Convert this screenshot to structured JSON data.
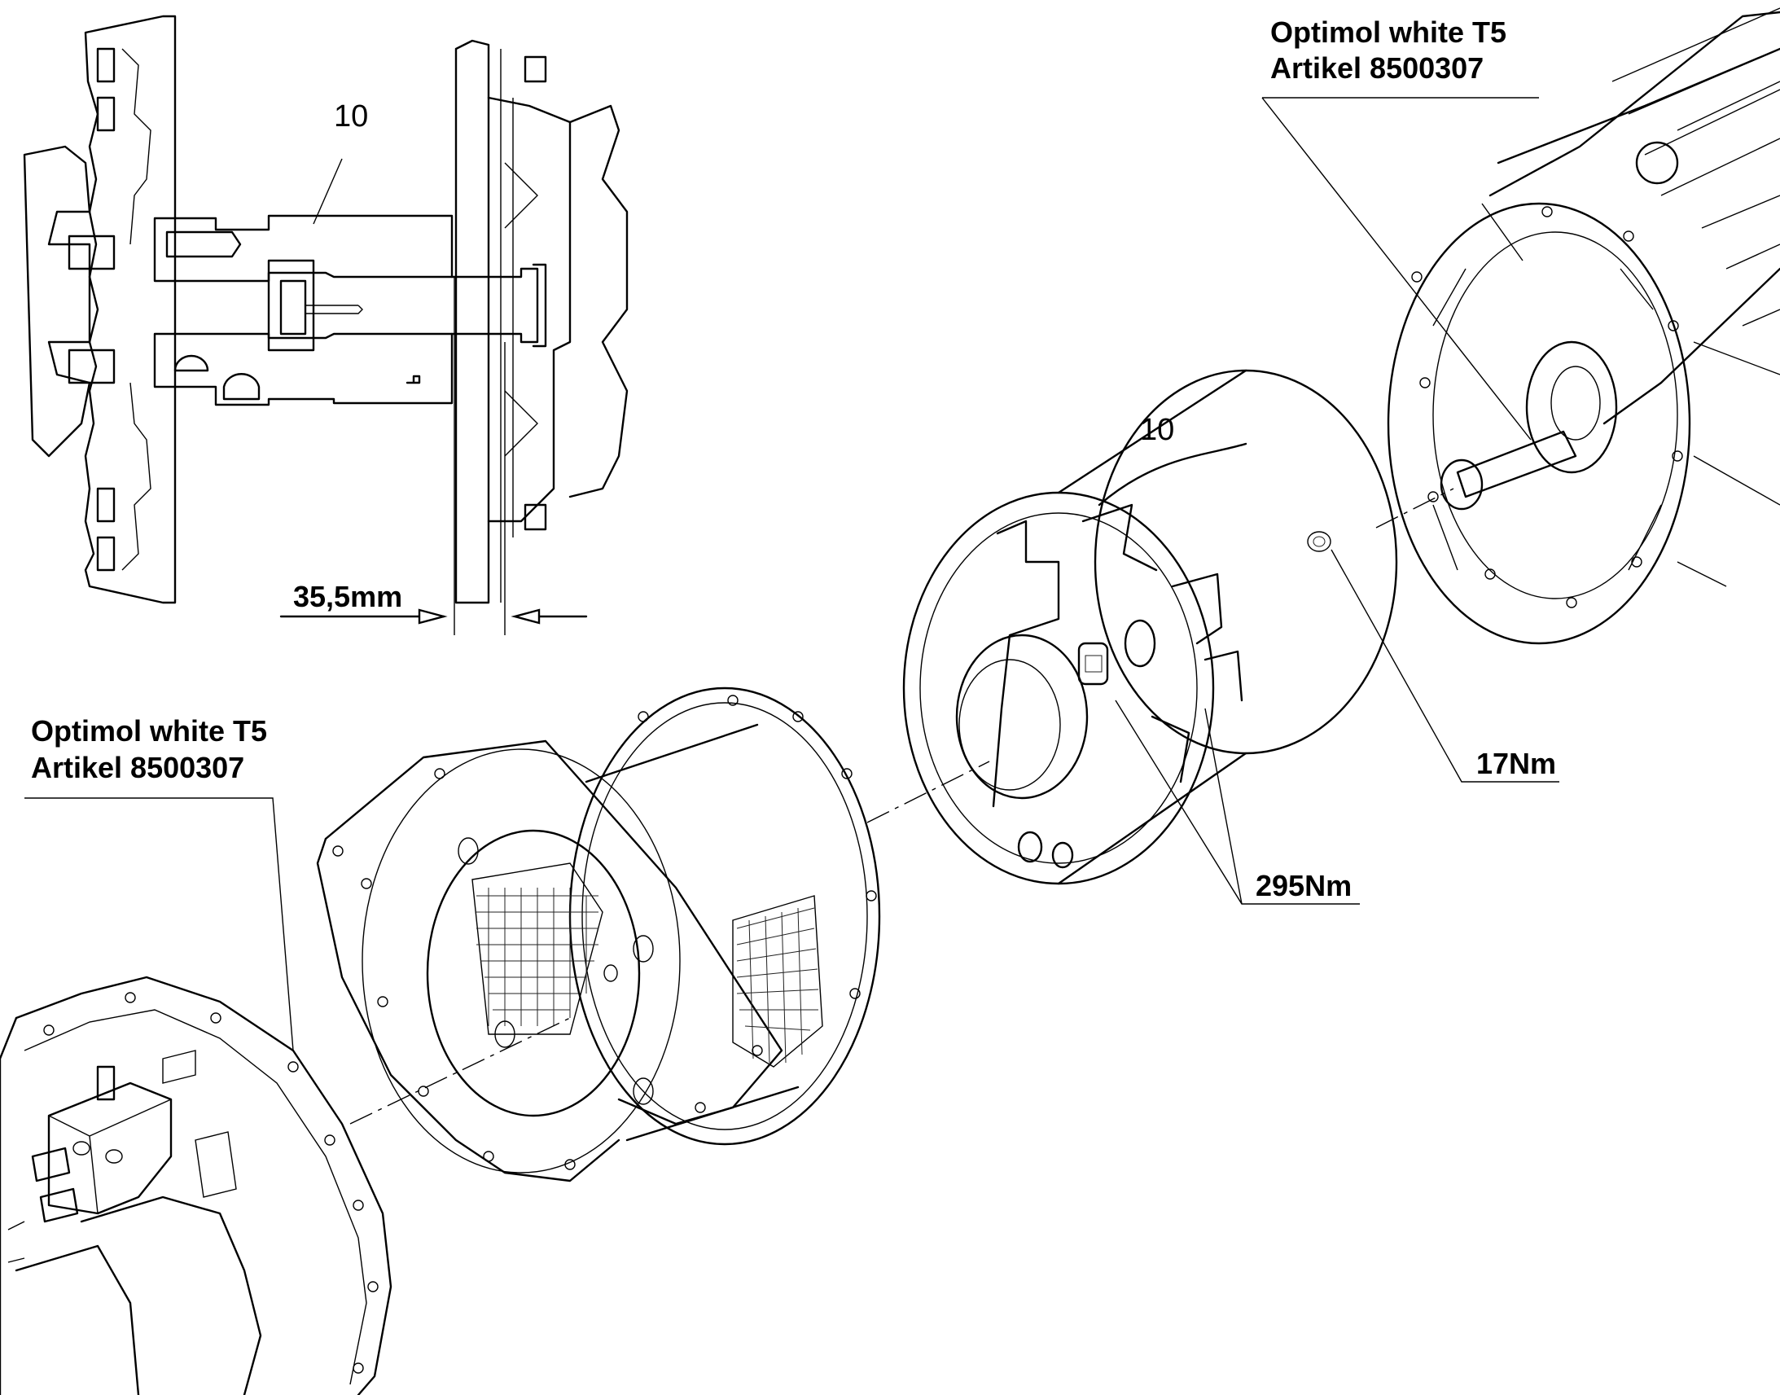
{
  "labels": {
    "part_number_top": "10",
    "part_number_middle": "10",
    "dimension": "35,5mm",
    "lubricant_top_line1": "Optimol white T5",
    "lubricant_top_line2": "Artikel 8500307",
    "lubricant_left_line1": "Optimol white T5",
    "lubricant_left_line2": "Artikel 8500307",
    "torque_screw": "17Nm",
    "torque_clamp": "295Nm"
  },
  "icons": [
    "section-view-drawing",
    "coupling-hub-drawing",
    "motor-drawing",
    "adapter-housing-drawing",
    "pump-drawing",
    "dimension-arrow-icon"
  ],
  "colors": {
    "ink": "#000000",
    "paper": "#ffffff"
  }
}
